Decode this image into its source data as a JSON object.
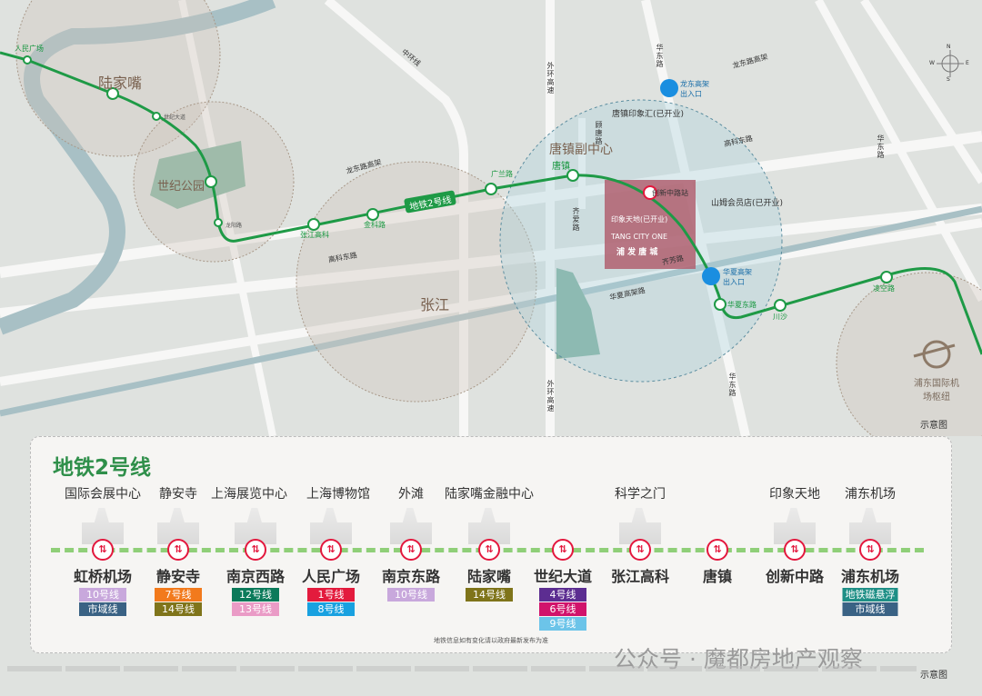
{
  "map": {
    "districts": {
      "lujiazui": "陆家嘴",
      "century_park": "世纪公园",
      "zhangjiang": "张江",
      "tangzhen_center": "唐镇副中心",
      "airport": "浦东国际机场枢纽"
    },
    "roads": {
      "zhonghuan": "中环线",
      "waihuan1": "外环高速",
      "waihuan2": "外环高速",
      "huadong1": "华东路",
      "huadong2": "华东路",
      "huadong3": "华东路",
      "longdong1": "龙东路高架",
      "longdong2": "龙东路高架",
      "gaokedong1": "高科东路",
      "gaokedong2": "高科东路",
      "huaxia": "华夏高架路",
      "qifang": "齐芳路",
      "qiai": "齐爱路",
      "gutang": "顾唐路"
    },
    "stations": [
      "人民广场",
      "陆家嘴",
      "世纪大道",
      "世纪公园",
      "龙阳路",
      "张江高科",
      "金科路",
      "广兰路",
      "唐镇",
      "创新中路站",
      "华夏东路",
      "川沙",
      "凌空路"
    ],
    "exits": [
      "龙东高架出入口",
      "华夏高架出入口"
    ],
    "pois": {
      "yinxianghui": "唐镇印象汇(已开业)",
      "sams": "山姆会员店(已开业)",
      "yinxiang": "印象天地(已开业)",
      "project_en": "TANG CITY ONE",
      "project_cn": "浦 发 唐 城"
    },
    "line_label": "地铁2号线",
    "schematic": "示意图",
    "compass": {
      "n": "N",
      "s": "S",
      "e": "E",
      "w": "W"
    },
    "colors": {
      "line2": "#1e9a46",
      "river": "#a8c0c5"
    }
  },
  "panel": {
    "title": "地铁2号线",
    "stations": [
      {
        "landmark": "国际会展中心",
        "name": "虹桥机场",
        "lines": [
          [
            "10号线",
            "#c8a8dc"
          ],
          [
            "市域线",
            "#3a6284"
          ]
        ]
      },
      {
        "landmark": "静安寺",
        "name": "静安寺",
        "lines": [
          [
            "7号线",
            "#f27a1c"
          ],
          [
            "14号线",
            "#7f741a"
          ]
        ]
      },
      {
        "landmark": "上海展览中心",
        "name": "南京西路",
        "lines": [
          [
            "12号线",
            "#0b7a5a"
          ],
          [
            "13号线",
            "#ea9bc6"
          ]
        ]
      },
      {
        "landmark": "上海博物馆",
        "name": "人民广场",
        "lines": [
          [
            "1号线",
            "#e31b3d"
          ],
          [
            "8号线",
            "#19a1e0"
          ]
        ]
      },
      {
        "landmark": "外滩",
        "name": "南京东路",
        "lines": [
          [
            "10号线",
            "#c8a8dc"
          ]
        ]
      },
      {
        "landmark": "陆家嘴金融中心",
        "name": "陆家嘴",
        "lines": [
          [
            "14号线",
            "#7f741a"
          ]
        ]
      },
      {
        "landmark": "",
        "name": "世纪大道",
        "lines": [
          [
            "4号线",
            "#5c2d91"
          ],
          [
            "6号线",
            "#d1136b"
          ],
          [
            "9号线",
            "#6cc4e9"
          ]
        ]
      },
      {
        "landmark": "科学之门",
        "name": "张江高科",
        "lines": []
      },
      {
        "landmark": "",
        "name": "唐镇",
        "lines": []
      },
      {
        "landmark": "印象天地",
        "name": "创新中路",
        "lines": []
      },
      {
        "landmark": "浦东机场",
        "name": "浦东机场",
        "lines": [
          [
            "地铁磁悬浮",
            "#1e8f86"
          ],
          [
            "市域线",
            "#3a6284"
          ]
        ]
      }
    ],
    "note": "地铁信息如有变化请以政府最新发布为准"
  },
  "watermark": "公众号 · 魔都房地产观察",
  "footer_schematic": "示意图"
}
